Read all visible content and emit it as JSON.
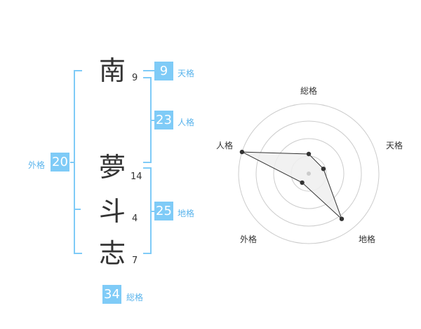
{
  "name": {
    "characters": [
      {
        "char": "南",
        "strokes": "9"
      },
      {
        "char": "夢",
        "strokes": "14"
      },
      {
        "char": "斗",
        "strokes": "4"
      },
      {
        "char": "志",
        "strokes": "7"
      }
    ]
  },
  "kakusu": {
    "tenkaku": {
      "value": "9",
      "label": "天格"
    },
    "jinkaku": {
      "value": "23",
      "label": "人格"
    },
    "chikaku": {
      "value": "25",
      "label": "地格"
    },
    "gaikaku": {
      "value": "20",
      "label": "外格"
    },
    "soukaku": {
      "value": "34",
      "label": "総格"
    }
  },
  "colors": {
    "badge": "#7fcbf7",
    "label": "#5ab4ec",
    "text": "#333333",
    "grid": "#cccccc",
    "fill": "#eeeeee"
  },
  "chart_data": {
    "type": "radar",
    "axes": [
      "総格",
      "天格",
      "地格",
      "外格",
      "人格"
    ],
    "levels": 4,
    "values": [
      1.4,
      1.1,
      4.0,
      0.8,
      5.0
    ],
    "max": 5
  }
}
